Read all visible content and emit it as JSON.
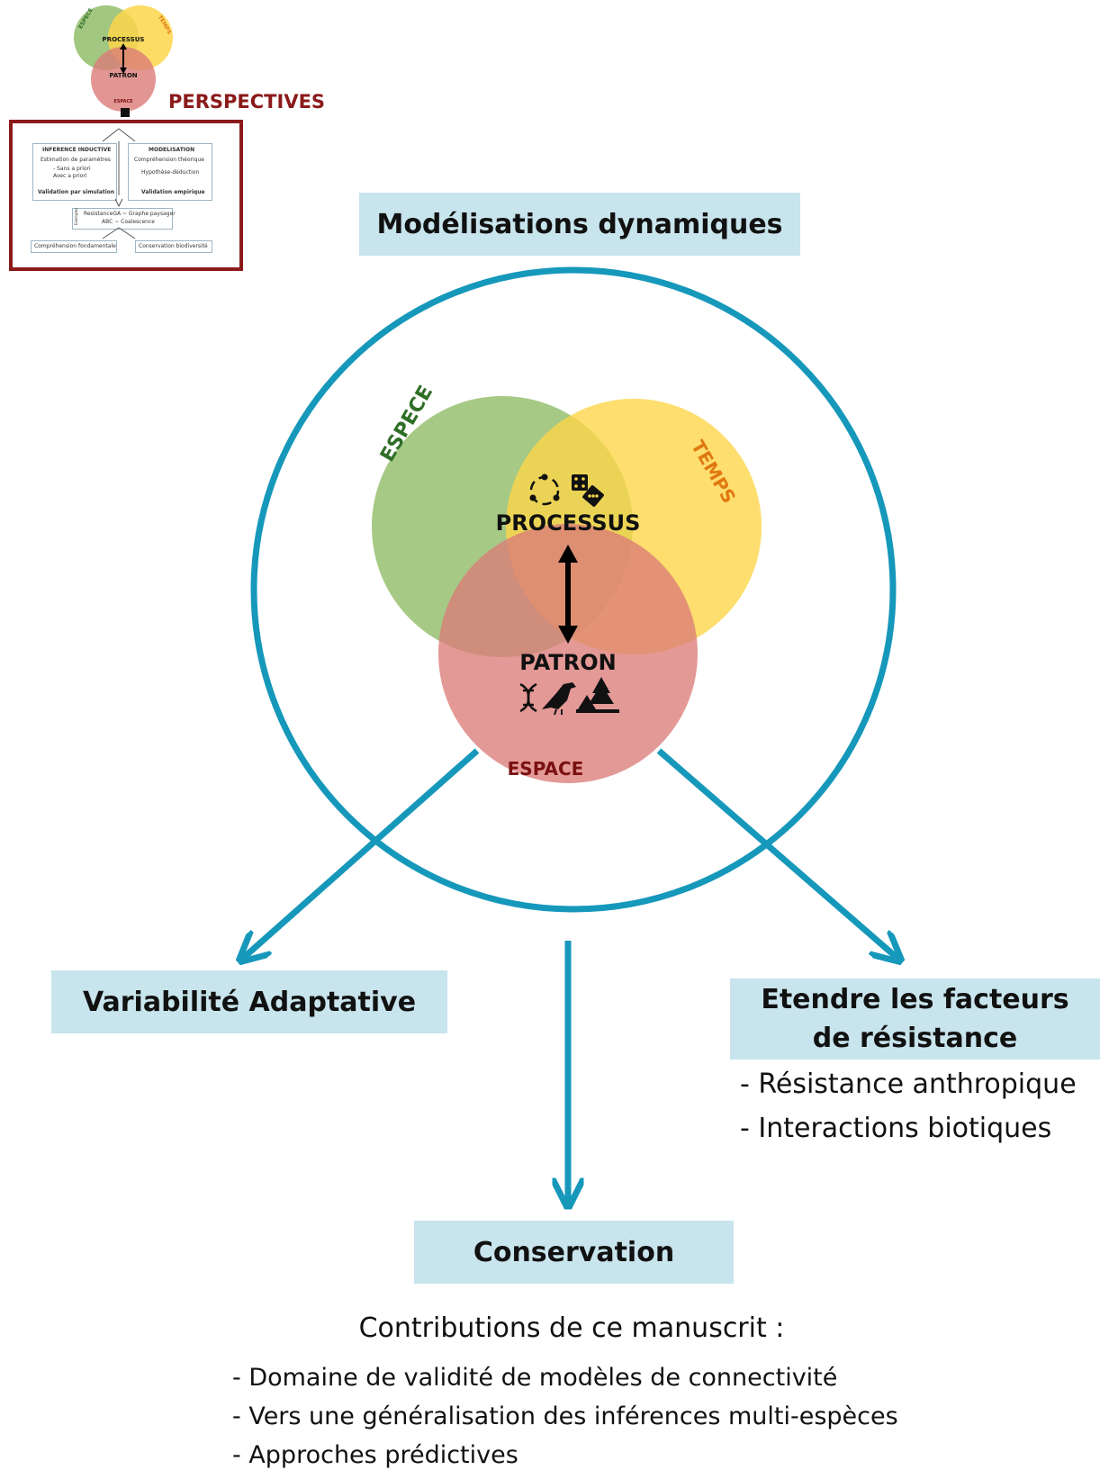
{
  "thumbnail": {
    "venn": {
      "espece": "ESPECE",
      "temps": "TEMPS",
      "processus": "PROCESSUS",
      "patron": "PATRON",
      "espace": "ESPACE"
    },
    "perspectives_label": "PERSPECTIVES",
    "panel": {
      "left_title": "INFERENCE INDUCTIVE",
      "left_line1": "Estimation de paramètres",
      "left_line2": "- Sans a priori",
      "left_line3": "Avec a priori",
      "left_bottom": "Validation par simulation",
      "right_title": "MODELISATION",
      "right_line1": "Compréhension théorique",
      "right_line2": "Hypothèse-déduction",
      "right_bottom": "Validation empirique",
      "exemples_label": "Exemples",
      "example_line1": "ResistanceGA ~ Graphe paysager",
      "example_line2": "ABC ~ Coalescence",
      "footer_left": "Compréhension fondamentale",
      "footer_right": "Conservation biodiversité"
    }
  },
  "title_box": "Modélisations dynamiques",
  "venn": {
    "espece": "ESPECE",
    "temps": "TEMPS",
    "processus": "PROCESSUS",
    "patron": "PATRON",
    "espace": "ESPACE"
  },
  "variabilite_box": "Variabilité Adaptative",
  "etendre_box": {
    "line1": "Etendre les facteurs",
    "line2": "de résistance"
  },
  "etendre_bullets": [
    "- Résistance anthropique",
    "- Interactions biotiques"
  ],
  "conservation_box": "Conservation",
  "contributions_heading": "Contributions de ce manuscrit :",
  "contributions": [
    "- Domaine de validité de modèles de connectivité",
    "- Vers une généralisation des inférences multi-espèces",
    "- Approches prédictives"
  ],
  "colors": {
    "espece_green": "#92bd6a",
    "temps_yellow": "#fcd64a",
    "espace_red": "#db7c78",
    "teal": "#1698bb",
    "box_fill": "#c8e4ec",
    "dark_red": "#8b1a1a"
  }
}
